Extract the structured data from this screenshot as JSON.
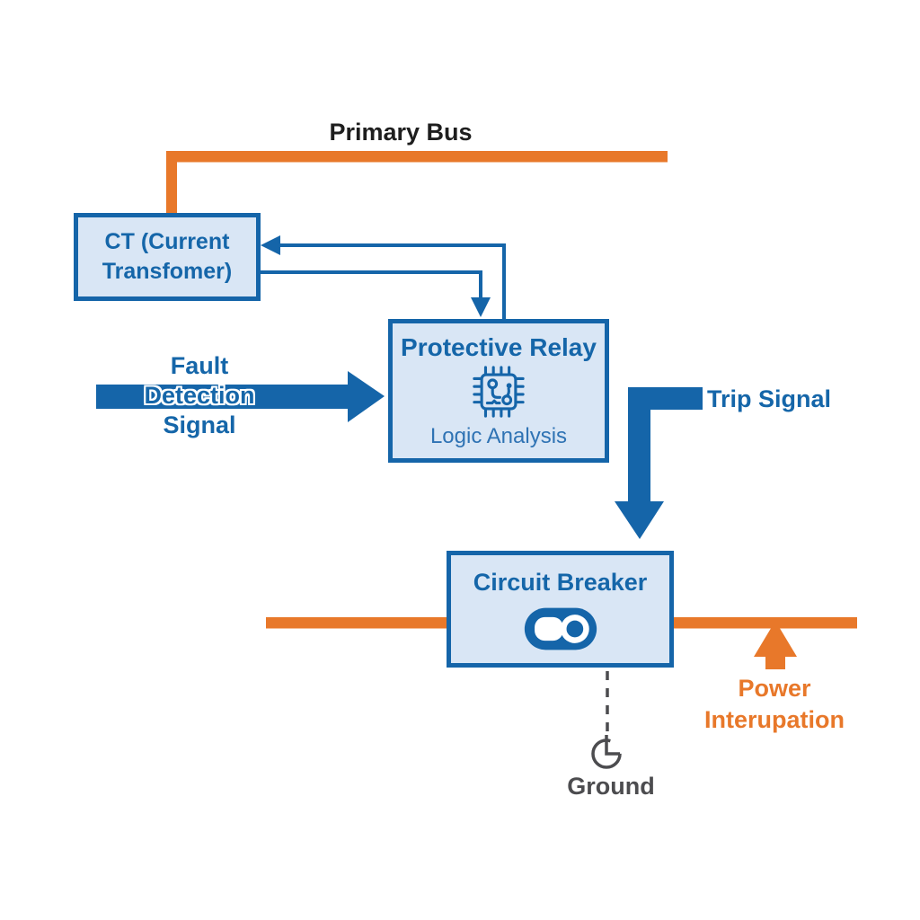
{
  "colors": {
    "orange": "#E8782A",
    "blue": "#1565A9",
    "text-blue": "#1566A9",
    "box-fill": "#D9E6F5",
    "text-black": "#1E1E1E",
    "gray": "#4C4C4F",
    "logic-blue": "#2F73B4"
  },
  "title": {
    "primary_bus": "Primary Bus"
  },
  "ct_box": {
    "line1": "CT (Current",
    "line2": "Transfomer)"
  },
  "relay_box": {
    "title": "Protective Relay",
    "subtitle": "Logic Analysis",
    "icon": "microchip-icon"
  },
  "breaker_box": {
    "title": "Circuit Breaker",
    "icon": "toggle-switch-icon"
  },
  "fault_signal": {
    "line1": "Fault",
    "line2": "Detection",
    "line3": "Signal"
  },
  "trip_signal": {
    "label": "Trip Signal"
  },
  "power_interruption": {
    "line1": "Power",
    "line2": "Interupation"
  },
  "ground": {
    "label": "Ground",
    "icon": "ground-icon"
  }
}
